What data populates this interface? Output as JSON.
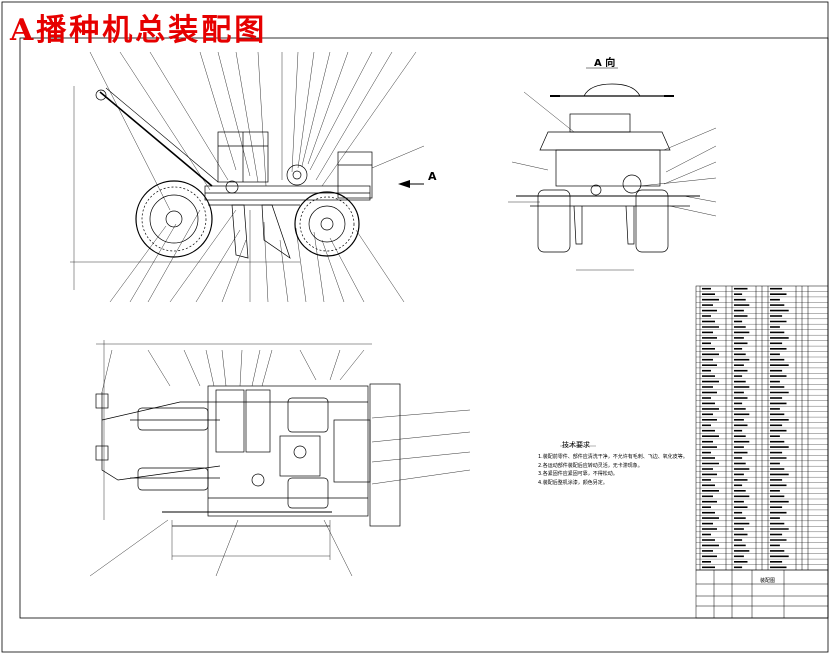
{
  "title": "A播种机总装配图",
  "view_label": "A 向",
  "arrow_label": "A",
  "technical_requirements": {
    "title": "技术要求",
    "items": [
      "1.装配前零件、部件应清洗干净，不允许有毛刺、飞边、氧化皮等。",
      "2.各运动部件装配后应转动灵活，无卡滞现象。",
      "3.各紧固件应紧固可靠，不得松动。",
      "4.装配后整机涂漆，颜色另定。"
    ]
  },
  "colors": {
    "title": "#e60000",
    "lines": "#000000",
    "paper": "#ffffff"
  },
  "title_block": {
    "text": "装配图"
  }
}
